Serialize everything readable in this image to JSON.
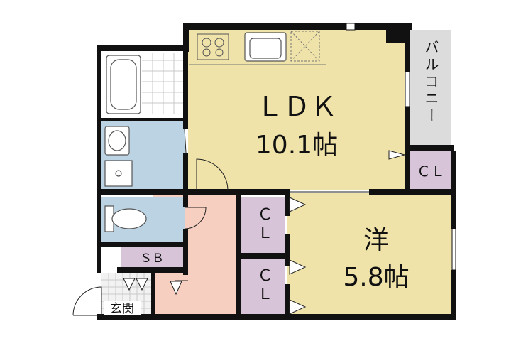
{
  "floorplan": {
    "rooms": {
      "ldk": {
        "name": "ＬＤＫ",
        "size": "10.1帖",
        "color": "#efe3aa"
      },
      "western": {
        "name": "洋",
        "size": "5.8帖",
        "color": "#efe3aa"
      },
      "balcony": {
        "name": "バルコニー",
        "color": "#dcdcdc"
      },
      "closet_ldk": {
        "name": "ＣＬ",
        "color": "#d7c4d8"
      },
      "closet_upper": {
        "name": "ＣＬ",
        "color": "#d7c4d8"
      },
      "closet_lower": {
        "name": "ＣＬ",
        "color": "#d7c4d8"
      },
      "shoe_box": {
        "name": "ＳＢ",
        "color": "#d7c4d8"
      },
      "entrance": {
        "name": "玄関"
      },
      "hallway": {
        "color": "#f6cfc0"
      },
      "washroom": {
        "color": "#bcd3e3"
      },
      "toilet": {
        "color": "#bcd3e3"
      }
    },
    "wall_color": "#111111"
  }
}
